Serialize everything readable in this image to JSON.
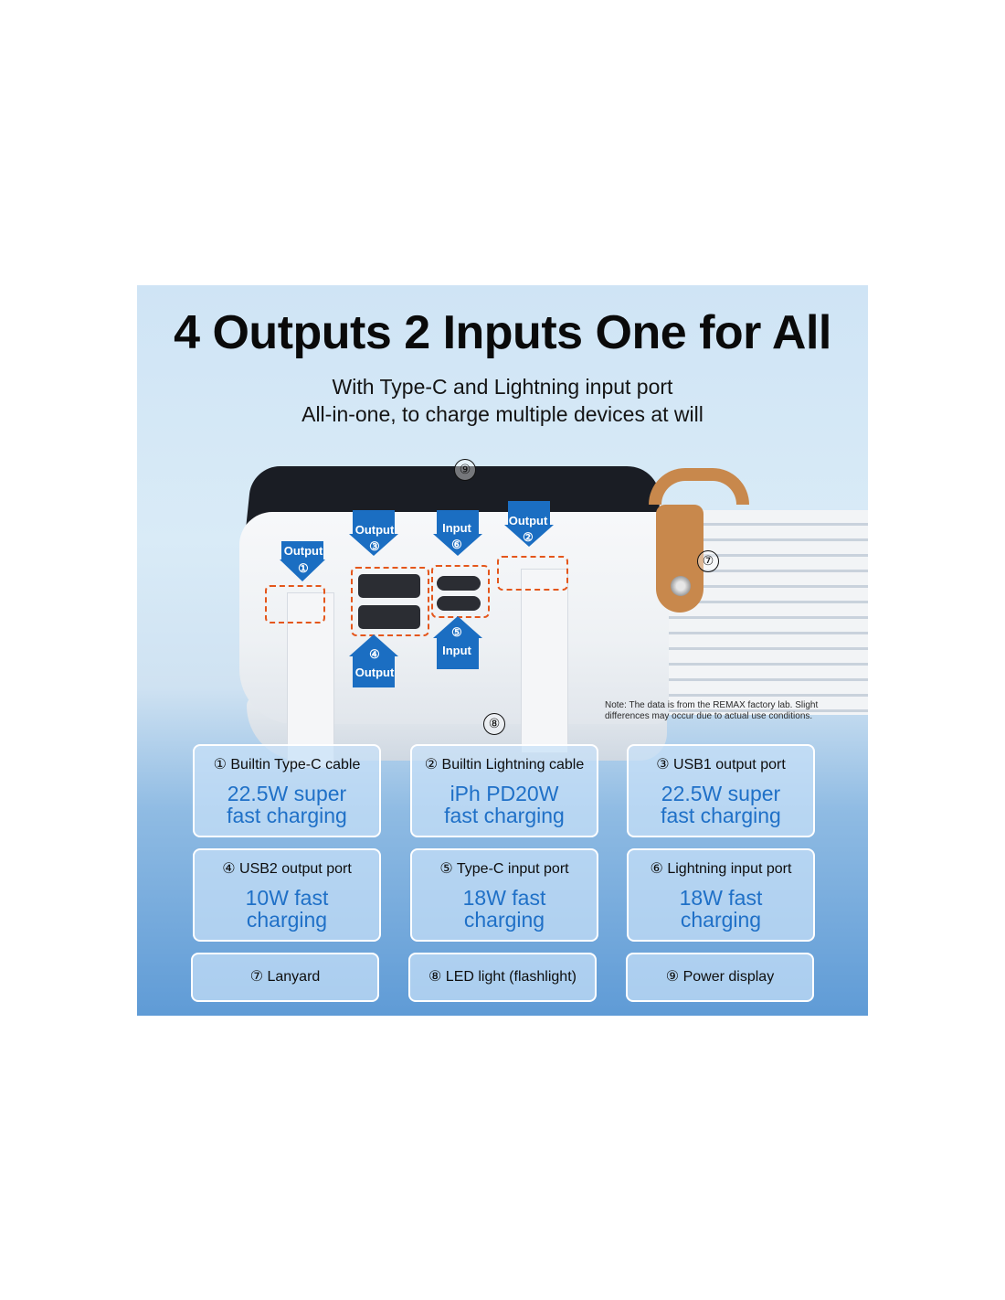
{
  "title": "4 Outputs 2 Inputs One for All",
  "subtitle": [
    "With Type-C and Lightning input port",
    "All-in-one, to charge multiple devices at will"
  ],
  "callouts": {
    "output_label": "Output",
    "input_label": "Input",
    "numbers": [
      "①",
      "②",
      "③",
      "④",
      "⑤",
      "⑥",
      "⑦",
      "⑧",
      "⑨"
    ]
  },
  "note": "Note: The data is from the REMAX factory lab. Slight differences may occur due to actual use conditions.",
  "cards": [
    {
      "label": "① Builtin Type-C cable",
      "value": "22.5W super\nfast charging"
    },
    {
      "label": "② Builtin Lightning cable",
      "value": "iPh PD20W\nfast charging"
    },
    {
      "label": "③ USB1 output port",
      "value": "22.5W super\nfast charging"
    },
    {
      "label": "④ USB2 output port",
      "value": "10W fast\ncharging"
    },
    {
      "label": "⑤ Type-C input port",
      "value": "18W fast\ncharging"
    },
    {
      "label": "⑥ Lightning input port",
      "value": "18W fast\ncharging"
    },
    {
      "label": "⑦ Lanyard"
    },
    {
      "label": "⑧ LED light (flashlight)"
    },
    {
      "label": "⑨ Power display"
    }
  ],
  "colors": {
    "accent": "#1f70c7",
    "arrow": "#1b6ec2",
    "dash": "#e4561b",
    "strap": "#c8884c"
  }
}
